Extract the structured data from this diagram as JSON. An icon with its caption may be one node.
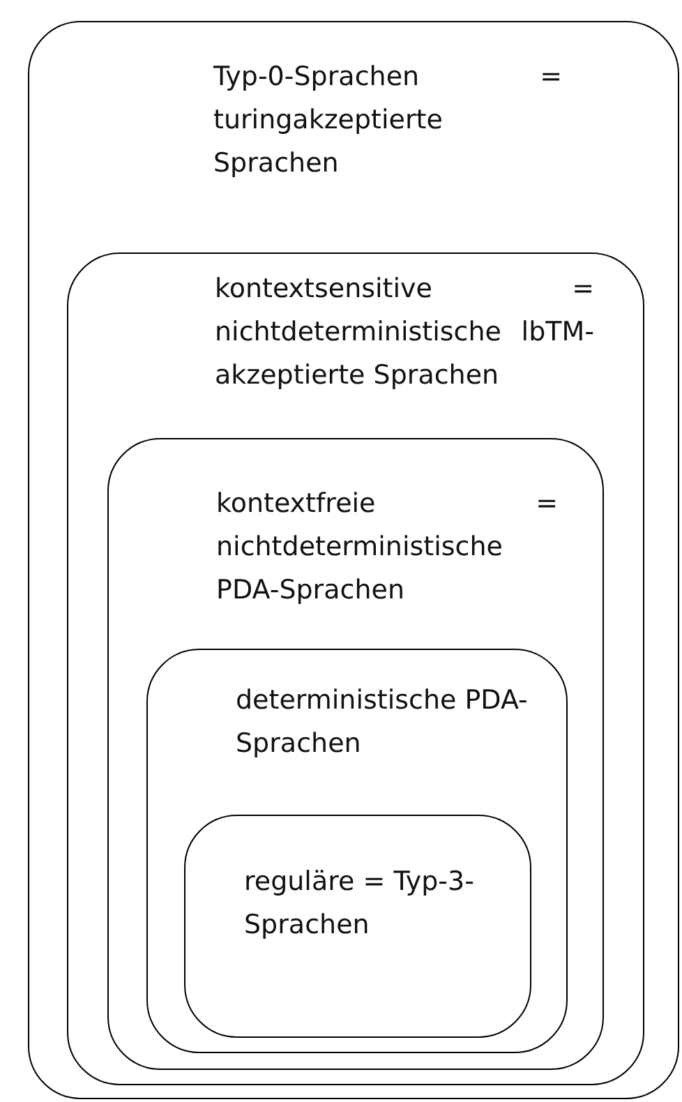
{
  "diagram": {
    "nodes": [
      {
        "text": [
          "Typ-0-Sprachen = turingakzeptierte Sprachen"
        ]
      },
      {
        "text": [
          "kontextsensitive = nichtdeterministische lbTM-akzeptierte Sprachen"
        ],
        "in": 0
      },
      {
        "text": [
          "kontextfreie = nichtdeterministische PDA-Sprachen"
        ],
        "in": 1
      },
      {
        "text": [
          "deterministische PDA-Sprachen"
        ],
        "in": 2
      },
      {
        "text": [
          "reguläre = Typ-3-Sprachen"
        ],
        "in": 3
      }
    ]
  }
}
